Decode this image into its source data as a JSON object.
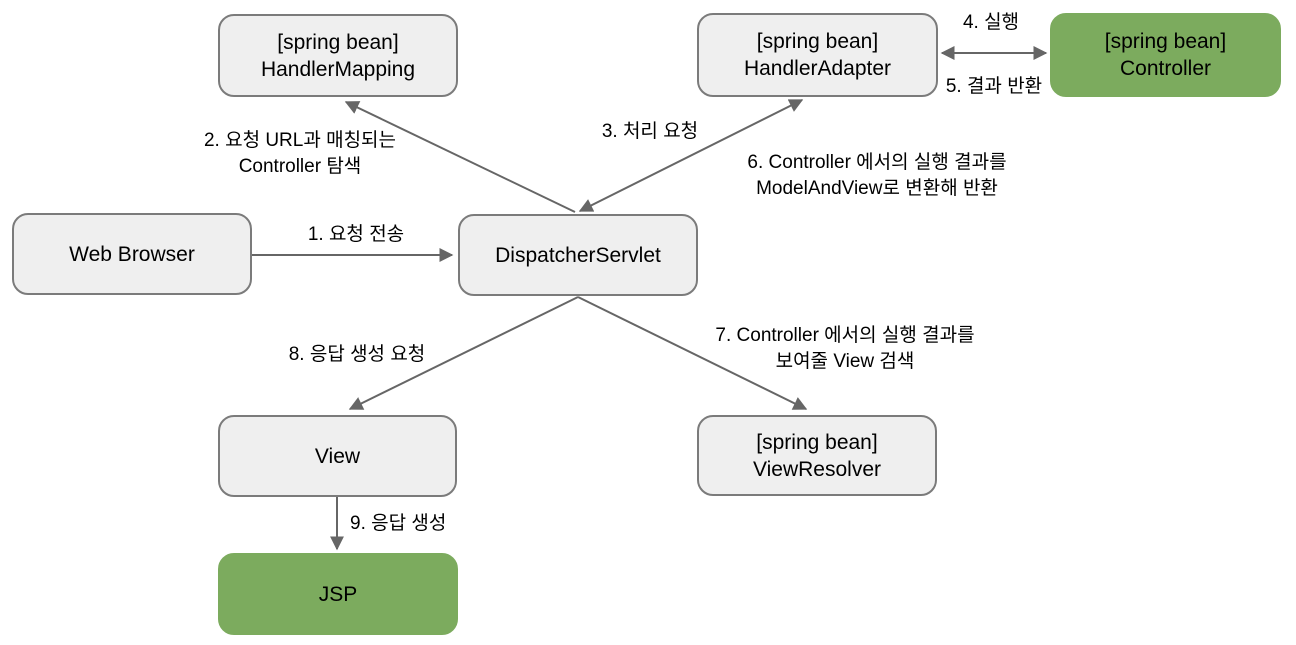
{
  "diagram_title": "Spring MVC DispatcherServlet request flow",
  "colors": {
    "node_fill": "#efefef",
    "node_border": "#7b7b7b",
    "highlight_fill": "#7cab5e",
    "arrow": "#666666",
    "text": "#000000",
    "bg": "#ffffff"
  },
  "nodes": {
    "handler_mapping": {
      "line1": "[spring bean]",
      "line2": "HandlerMapping"
    },
    "handler_adapter": {
      "line1": "[spring bean]",
      "line2": "HandlerAdapter"
    },
    "controller": {
      "line1": "[spring bean]",
      "line2": "Controller"
    },
    "web_browser": {
      "label": "Web Browser"
    },
    "dispatcher_servlet": {
      "label": "DispatcherServlet"
    },
    "view": {
      "label": "View"
    },
    "view_resolver": {
      "line1": "[spring bean]",
      "line2": "ViewResolver"
    },
    "jsp": {
      "label": "JSP"
    }
  },
  "edge_labels": {
    "e1": "1. 요청 전송",
    "e2_line1": "2. 요청 URL과 매칭되는",
    "e2_line2": "Controller 탐색",
    "e3": "3. 처리 요청",
    "e4": "4. 실행",
    "e5": "5. 결과 반환",
    "e6_line1": "6. Controller 에서의 실행 결과를",
    "e6_line2": "ModelAndView로 변환해 반환",
    "e7_line1": "7. Controller 에서의 실행 결과를",
    "e7_line2": "보여줄 View 검색",
    "e8": "8. 응답 생성 요청",
    "e9": "9. 응답 생성"
  }
}
